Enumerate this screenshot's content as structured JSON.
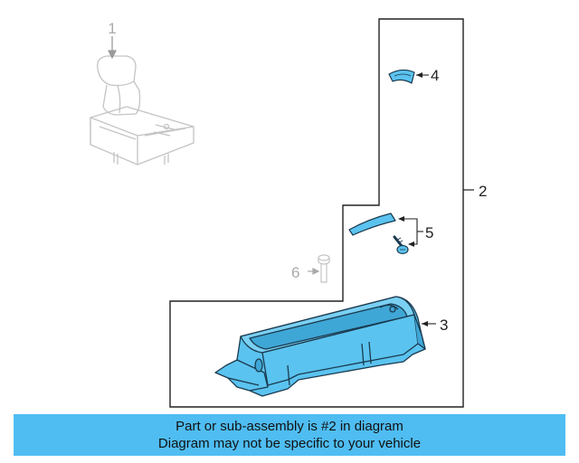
{
  "diagram": {
    "callouts": [
      {
        "id": "1",
        "label": "1"
      },
      {
        "id": "2",
        "label": "2"
      },
      {
        "id": "3",
        "label": "3"
      },
      {
        "id": "4",
        "label": "4"
      },
      {
        "id": "5",
        "label": "5"
      },
      {
        "id": "6",
        "label": "6"
      }
    ],
    "highlight_color": "#4fbdf2",
    "part_fill_color": "#5bc3ef",
    "faded_color": "#c8c8c8"
  },
  "banner": {
    "line1": "Part or sub-assembly is #2 in diagram",
    "line2": "Diagram may not be specific to your vehicle",
    "background": "#4fbdf2"
  }
}
